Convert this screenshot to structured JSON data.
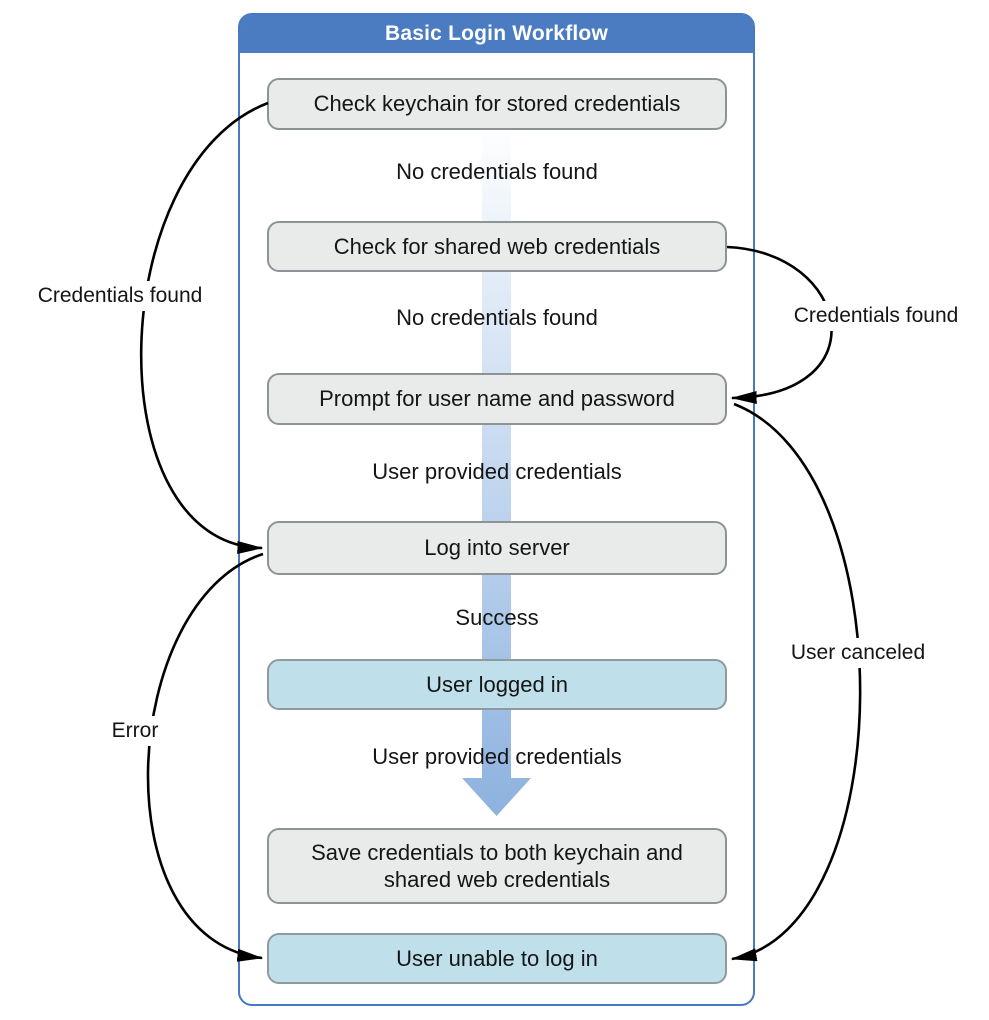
{
  "diagram": {
    "title": "Basic Login Workflow",
    "type": "flowchart",
    "nodes": [
      {
        "id": "check-keychain",
        "label": "Check keychain for stored credentials",
        "kind": "process"
      },
      {
        "id": "check-shared-web",
        "label": "Check for shared web credentials",
        "kind": "process"
      },
      {
        "id": "prompt-user",
        "label": "Prompt for user name and password",
        "kind": "process"
      },
      {
        "id": "log-into-server",
        "label": "Log into server",
        "kind": "process"
      },
      {
        "id": "user-logged-in",
        "label": "User logged in",
        "kind": "terminal"
      },
      {
        "id": "save-credentials",
        "label": "Save credentials to both keychain and shared web credentials",
        "kind": "process"
      },
      {
        "id": "user-unable-to-log-in",
        "label": "User unable to log in",
        "kind": "terminal"
      }
    ],
    "flow_labels": [
      {
        "text": "No credentials found"
      },
      {
        "text": "No credentials found"
      },
      {
        "text": "User provided credentials"
      },
      {
        "text": "Success"
      },
      {
        "text": "User provided credentials"
      }
    ],
    "side_labels": [
      {
        "text": "Credentials found",
        "side": "left"
      },
      {
        "text": "Error",
        "side": "left"
      },
      {
        "text": "Credentials found",
        "side": "right"
      },
      {
        "text": "User canceled",
        "side": "right"
      }
    ],
    "edges": [
      {
        "from": "check-keychain",
        "to": "check-shared-web",
        "label": "No credentials found"
      },
      {
        "from": "check-keychain",
        "to": "log-into-server",
        "label": "Credentials found"
      },
      {
        "from": "check-shared-web",
        "to": "prompt-user",
        "label": "No credentials found"
      },
      {
        "from": "check-shared-web",
        "to": "prompt-user",
        "label": "Credentials found"
      },
      {
        "from": "prompt-user",
        "to": "log-into-server",
        "label": "User provided credentials"
      },
      {
        "from": "prompt-user",
        "to": "user-unable-to-log-in",
        "label": "User canceled"
      },
      {
        "from": "log-into-server",
        "to": "user-logged-in",
        "label": "Success"
      },
      {
        "from": "log-into-server",
        "to": "user-unable-to-log-in",
        "label": "Error"
      },
      {
        "from": "user-logged-in",
        "to": "save-credentials",
        "label": "User provided credentials"
      }
    ],
    "colors": {
      "frame_border": "#4679bf",
      "title_bg": "#4b7cc1",
      "title_text": "#ffffff",
      "process_fill": "#e9ebeb",
      "process_border": "#8e9496",
      "terminal_fill": "#bfe0ea",
      "terminal_border": "#8e9a9e",
      "flow_band_top": "#fdfeff",
      "flow_band_bottom": "#8db2df",
      "edge_stroke": "#000000"
    }
  }
}
